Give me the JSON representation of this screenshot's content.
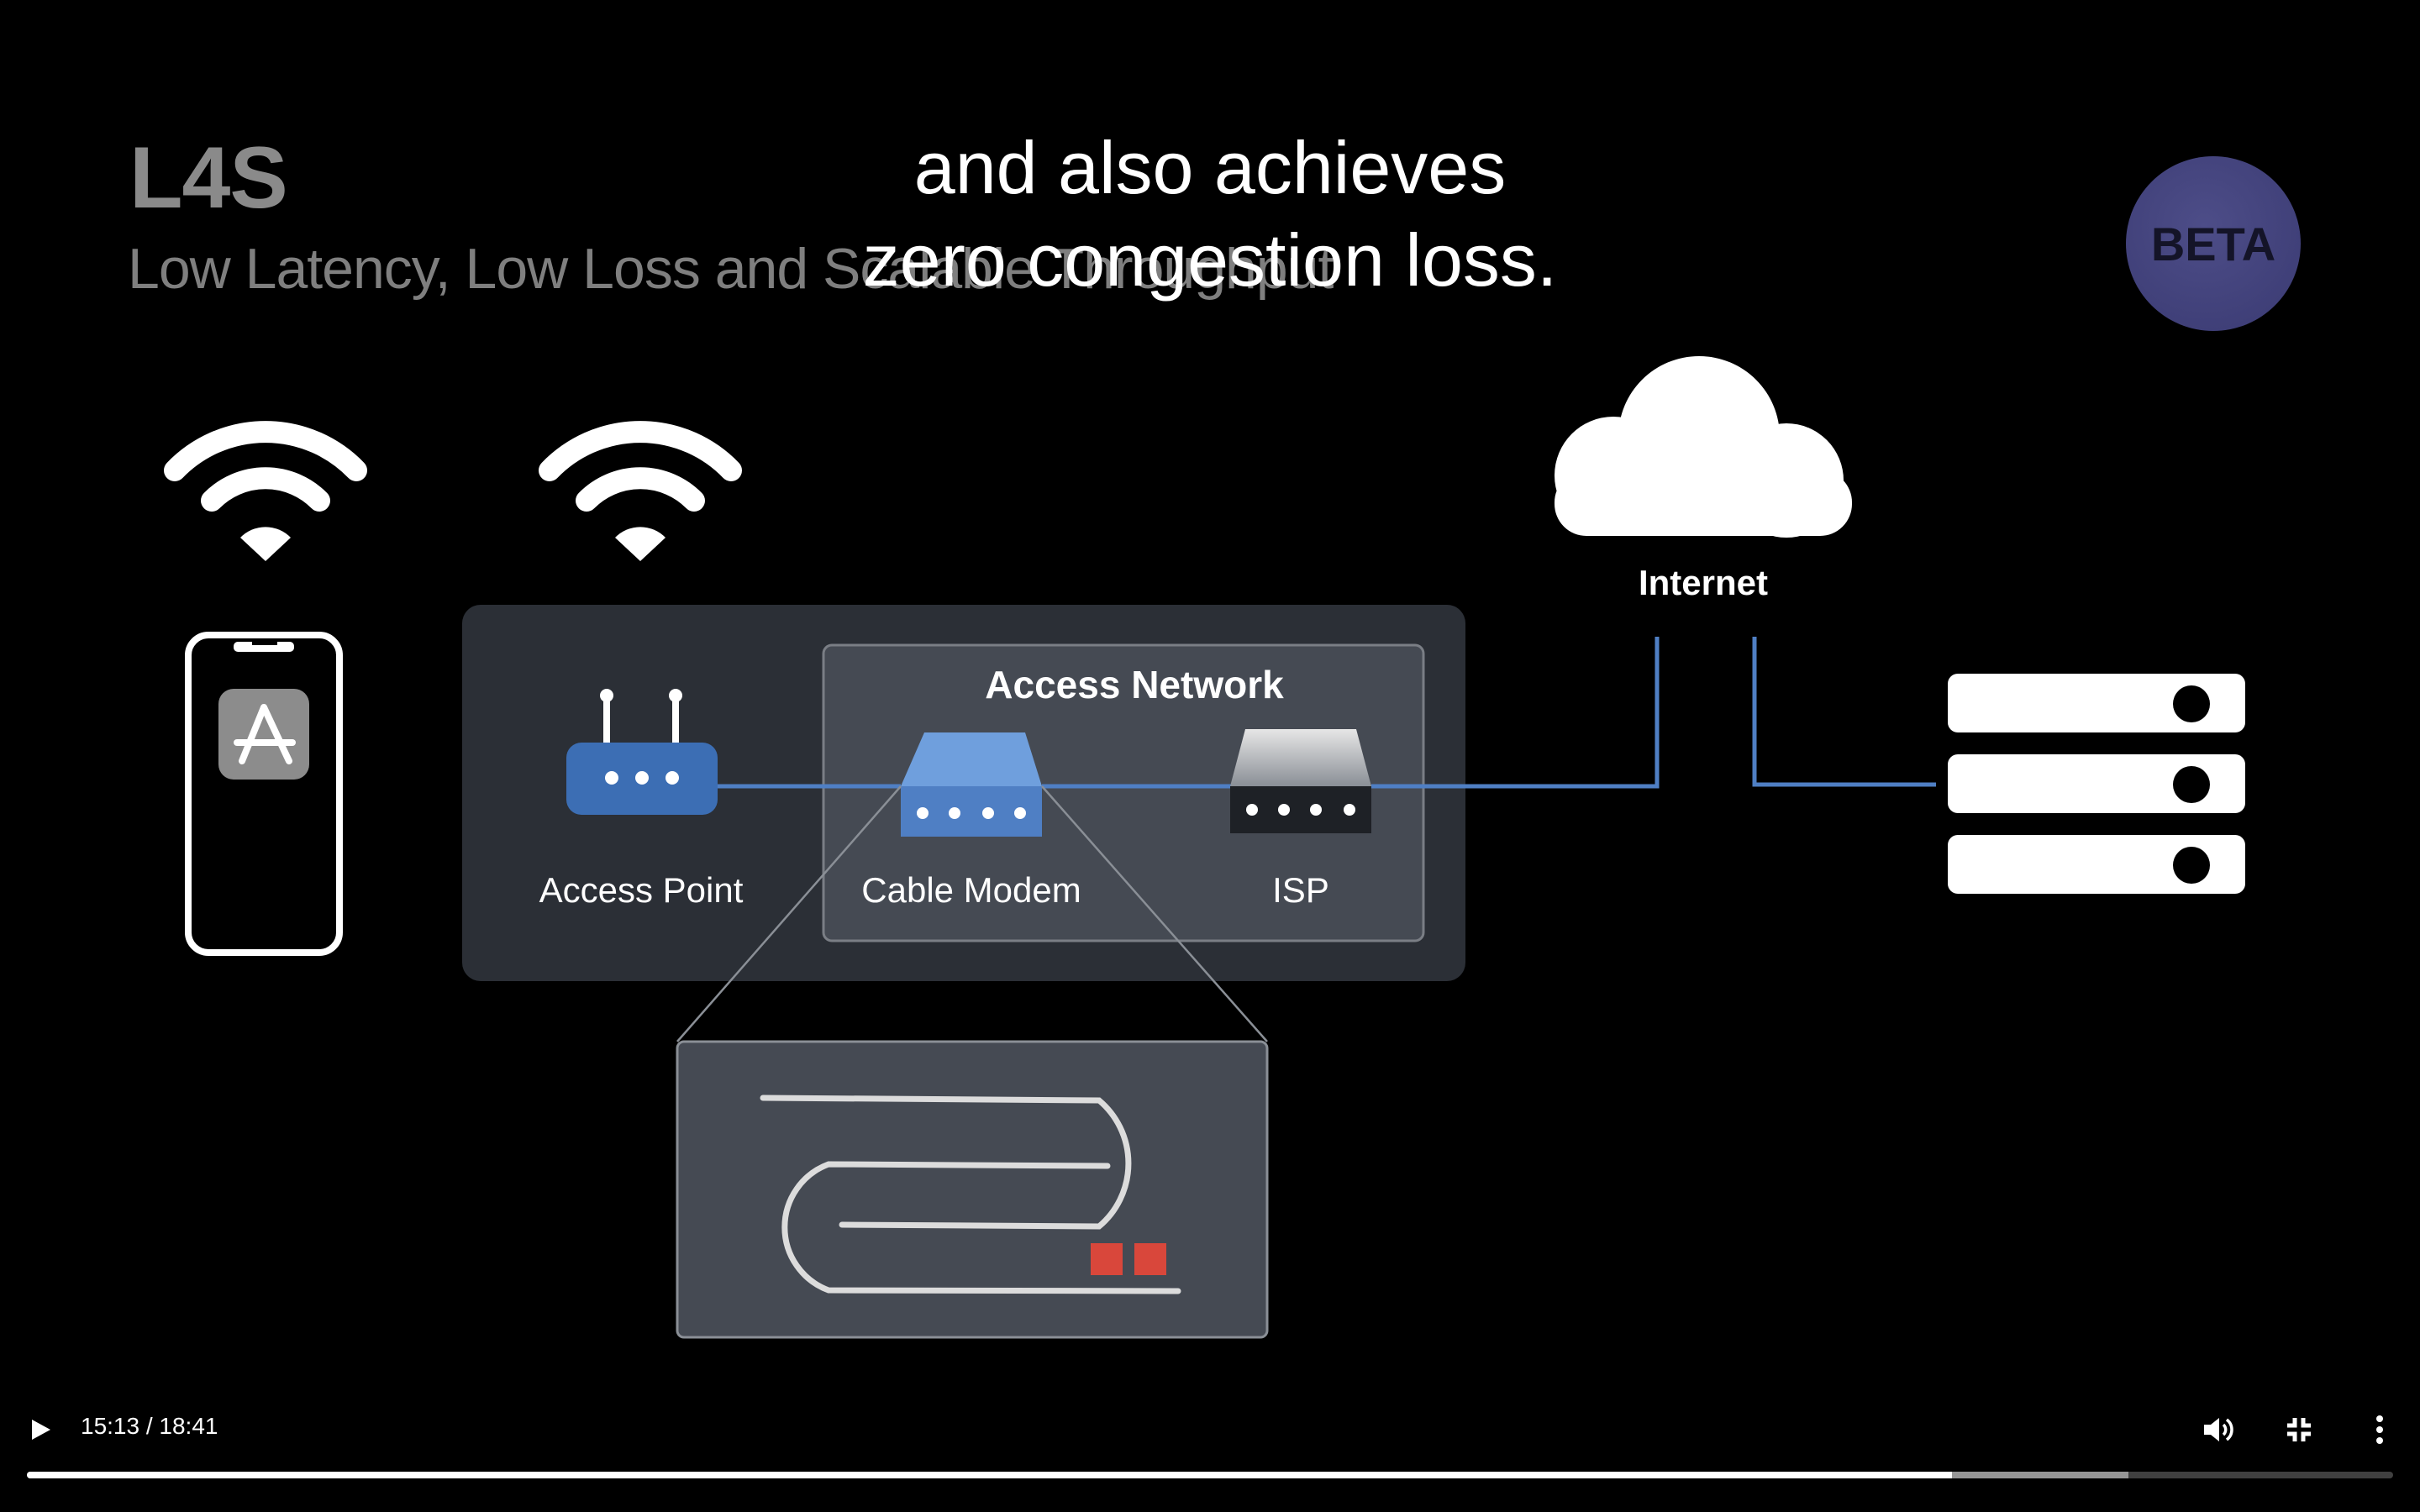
{
  "slide": {
    "title": "L4S",
    "subtitle": "Low Latency, Low Loss and Scalable Throughput"
  },
  "caption": {
    "line1": "and also achieves",
    "line2": "zero congestion loss."
  },
  "badge": "BETA",
  "diagram": {
    "access_network_title": "Access Network",
    "access_point_label": "Access Point",
    "cable_modem_label": "Cable Modem",
    "isp_label": "ISP",
    "internet_label": "Internet",
    "colors": {
      "link": "#4f7fc4",
      "panel": "#2b2f36",
      "inner_panel": "#454a53",
      "queue_packet": "#d9473b"
    }
  },
  "player": {
    "time_display": "15:13 / 18:41",
    "progress_played": 0.8135,
    "progress_buffered": 0.888,
    "icons": {
      "play": "play-icon",
      "volume": "volume-icon",
      "exit_fullscreen": "exit-fullscreen-icon",
      "more": "more-options-icon"
    }
  }
}
